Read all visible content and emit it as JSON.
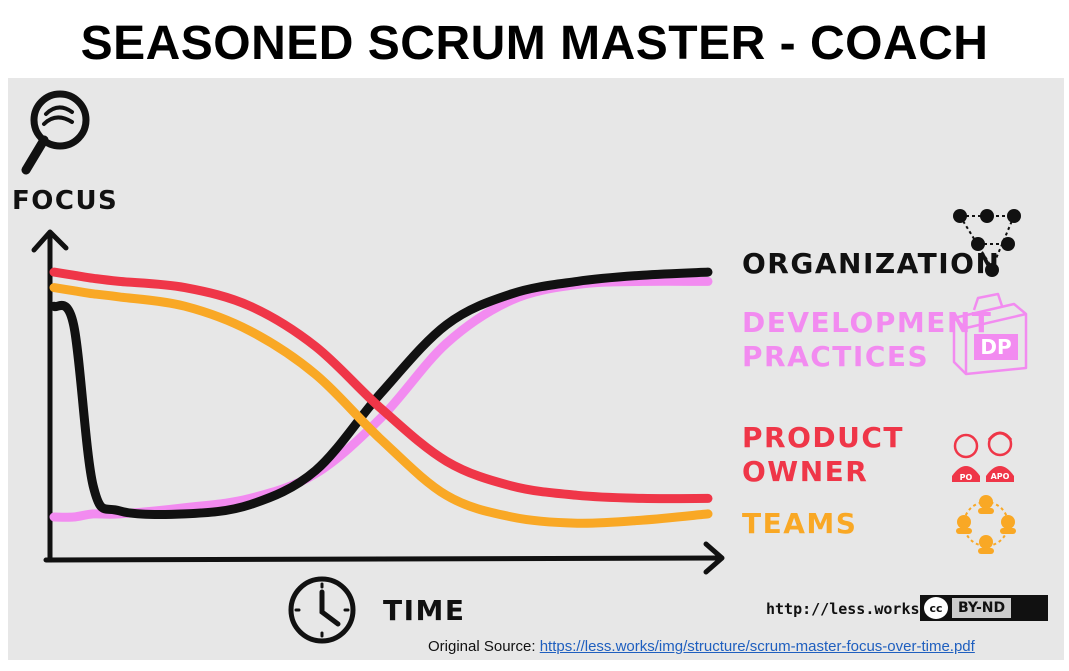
{
  "title": "SEASONED SCRUM MASTER - COACH",
  "axes": {
    "y_label": "FOCUS",
    "x_label": "TIME"
  },
  "legend": {
    "organization": "ORGANIZATION",
    "development_practices": "DEVELOPMENT PRACTICES",
    "product_owner": "PRODUCT OWNER",
    "teams": "TEAMS",
    "dp_badge": "DP",
    "po_badge": "PO",
    "apo_badge": "APO"
  },
  "footer": {
    "site": "http://less.works",
    "license_cc": "cc",
    "license": "BY-ND",
    "source_prefix": "Original Source: ",
    "source_url": "https://less.works/img/structure/scrum-master-focus-over-time.pdf"
  },
  "colors": {
    "organization": "#111111",
    "development_practices": "#f28bf0",
    "product_owner": "#ef3648",
    "teams": "#f9a825",
    "panel": "#e7e7e7"
  },
  "icons": {
    "focus": "magnifier-icon",
    "time": "clock-icon",
    "organization": "network-triangle-icon",
    "development_practices": "dp-box-icon",
    "product_owner": "po-apo-people-icon",
    "teams": "team-circle-icon"
  },
  "chart_data": {
    "type": "line",
    "title": "SEASONED SCRUM MASTER - COACH",
    "xlabel": "TIME",
    "ylabel": "FOCUS",
    "x": [
      0,
      0.03,
      0.06,
      0.1,
      0.2,
      0.3,
      0.4,
      0.5,
      0.6,
      0.7,
      0.8,
      0.9,
      1.0
    ],
    "ylim": [
      0,
      1
    ],
    "xlim": [
      0,
      1
    ],
    "grid": false,
    "legend_position": "right",
    "series": [
      {
        "name": "ORGANIZATION",
        "key": "organization",
        "values": [
          0.78,
          0.72,
          0.2,
          0.12,
          0.11,
          0.14,
          0.25,
          0.5,
          0.72,
          0.82,
          0.86,
          0.88,
          0.89
        ]
      },
      {
        "name": "DEVELOPMENT PRACTICES",
        "key": "development_practices",
        "values": [
          0.1,
          0.1,
          0.11,
          0.11,
          0.13,
          0.16,
          0.24,
          0.42,
          0.66,
          0.8,
          0.85,
          0.86,
          0.86
        ]
      },
      {
        "name": "PRODUCT OWNER",
        "key": "product_owner",
        "values": [
          0.89,
          0.88,
          0.87,
          0.86,
          0.84,
          0.78,
          0.65,
          0.45,
          0.28,
          0.2,
          0.17,
          0.16,
          0.16
        ]
      },
      {
        "name": "TEAMS",
        "key": "teams",
        "values": [
          0.84,
          0.83,
          0.82,
          0.81,
          0.78,
          0.7,
          0.56,
          0.35,
          0.17,
          0.1,
          0.08,
          0.09,
          0.11
        ]
      }
    ]
  }
}
